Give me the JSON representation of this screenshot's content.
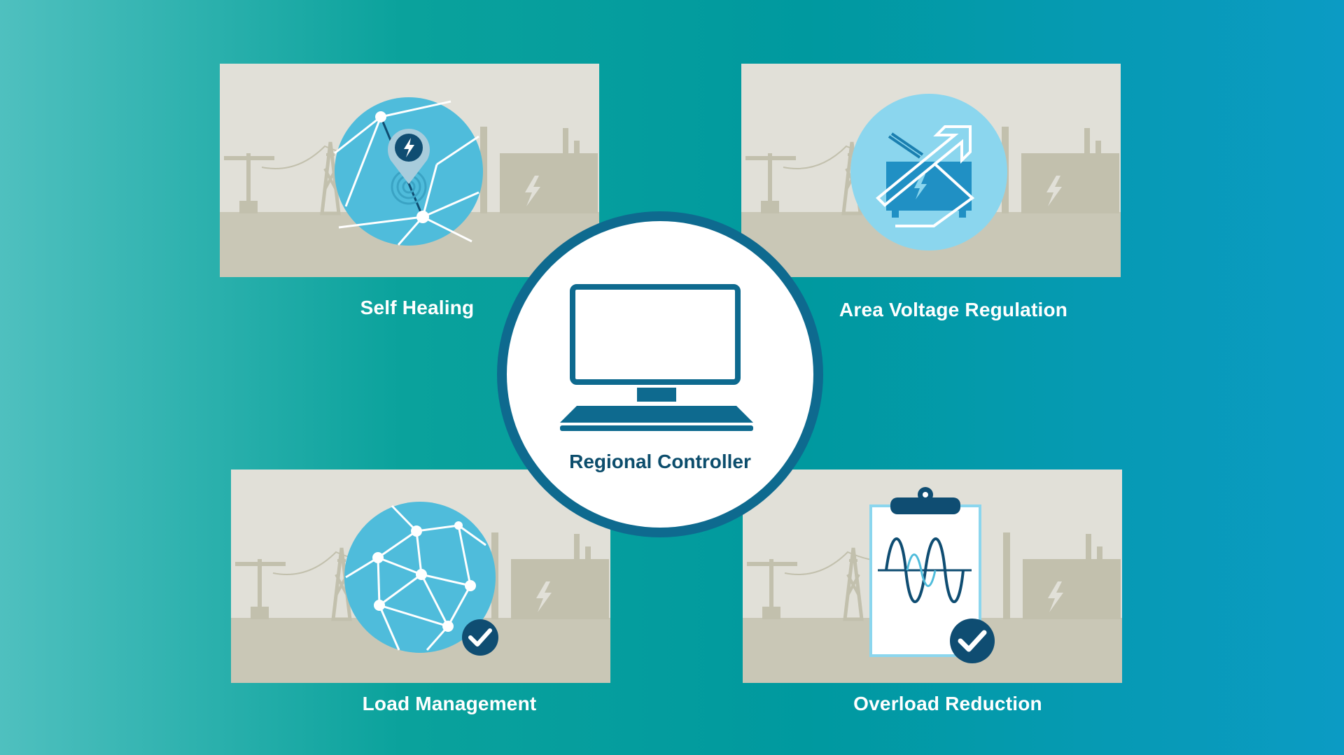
{
  "center": {
    "label": "Regional Controller",
    "icon": "computer-icon"
  },
  "panels": [
    {
      "label": "Self Healing",
      "icon": "grid-location-bolt-icon"
    },
    {
      "label": "Area Voltage Regulation",
      "icon": "transformer-arrows-icon"
    },
    {
      "label": "Load Management",
      "icon": "network-check-icon"
    },
    {
      "label": "Overload Reduction",
      "icon": "clipboard-waveform-check-icon"
    }
  ],
  "colors": {
    "panel_sky": "#e1e0d8",
    "panel_ground": "#c9c7b6",
    "silhouette": "#c2c0ad",
    "icon_blue": "#4fbcdb",
    "icon_light_blue": "#8bd6ee",
    "dark_navy": "#0f4d72",
    "ring": "#0e6a8f"
  }
}
